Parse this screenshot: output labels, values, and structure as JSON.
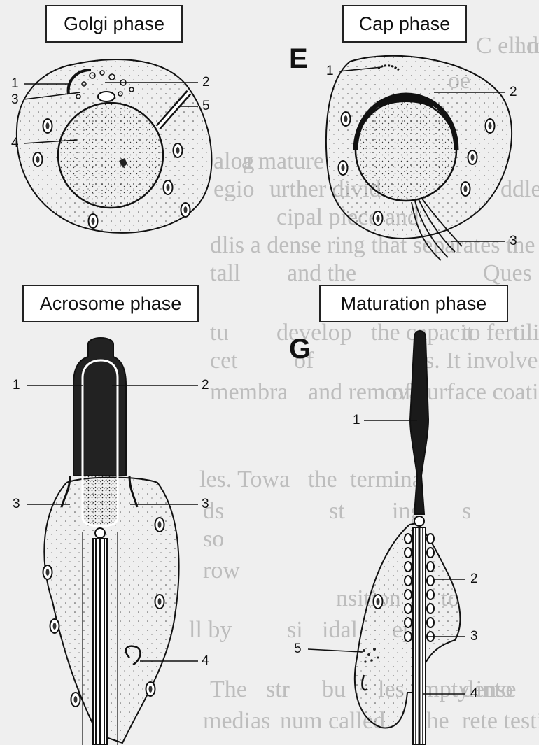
{
  "panels": {
    "golgi": {
      "title": "Golgi phase",
      "labels": [
        "1",
        "2",
        "3",
        "4",
        "5"
      ]
    },
    "cap": {
      "letter": "E",
      "title": "Cap phase",
      "labels": [
        "1",
        "2",
        "3"
      ]
    },
    "acrosome": {
      "title": "Acrosome phase",
      "labels": [
        "1",
        "2",
        "3",
        "3",
        "4"
      ]
    },
    "maturation": {
      "letter": "G",
      "title": "Maturation phase",
      "labels": [
        "1",
        "2",
        "3",
        "4",
        "5"
      ]
    }
  },
  "background_text": [
    "nd",
    "oe",
    "C ell m",
    "alog",
    "a mature",
    "egio",
    "urther divid",
    "ddle",
    "cipal piece and",
    "dlis a dense ring that separates the middle pi",
    "tall",
    "and the",
    "Ques",
    "tu",
    "develop",
    "the capacit",
    "to fertilize a sec",
    "cet",
    "of",
    "us. It involves",
    "membra",
    "and remova",
    "of surface coating p",
    "les. Towa",
    "the",
    "termina",
    "ds",
    "st",
    "ing",
    "s",
    "so",
    "row",
    "nsition",
    "to",
    "ll by",
    "si",
    "idal",
    "epit",
    "The",
    "str",
    "bu",
    "les empty into",
    "dense",
    "medias",
    "num called",
    "the",
    "rete testis. The"
  ]
}
